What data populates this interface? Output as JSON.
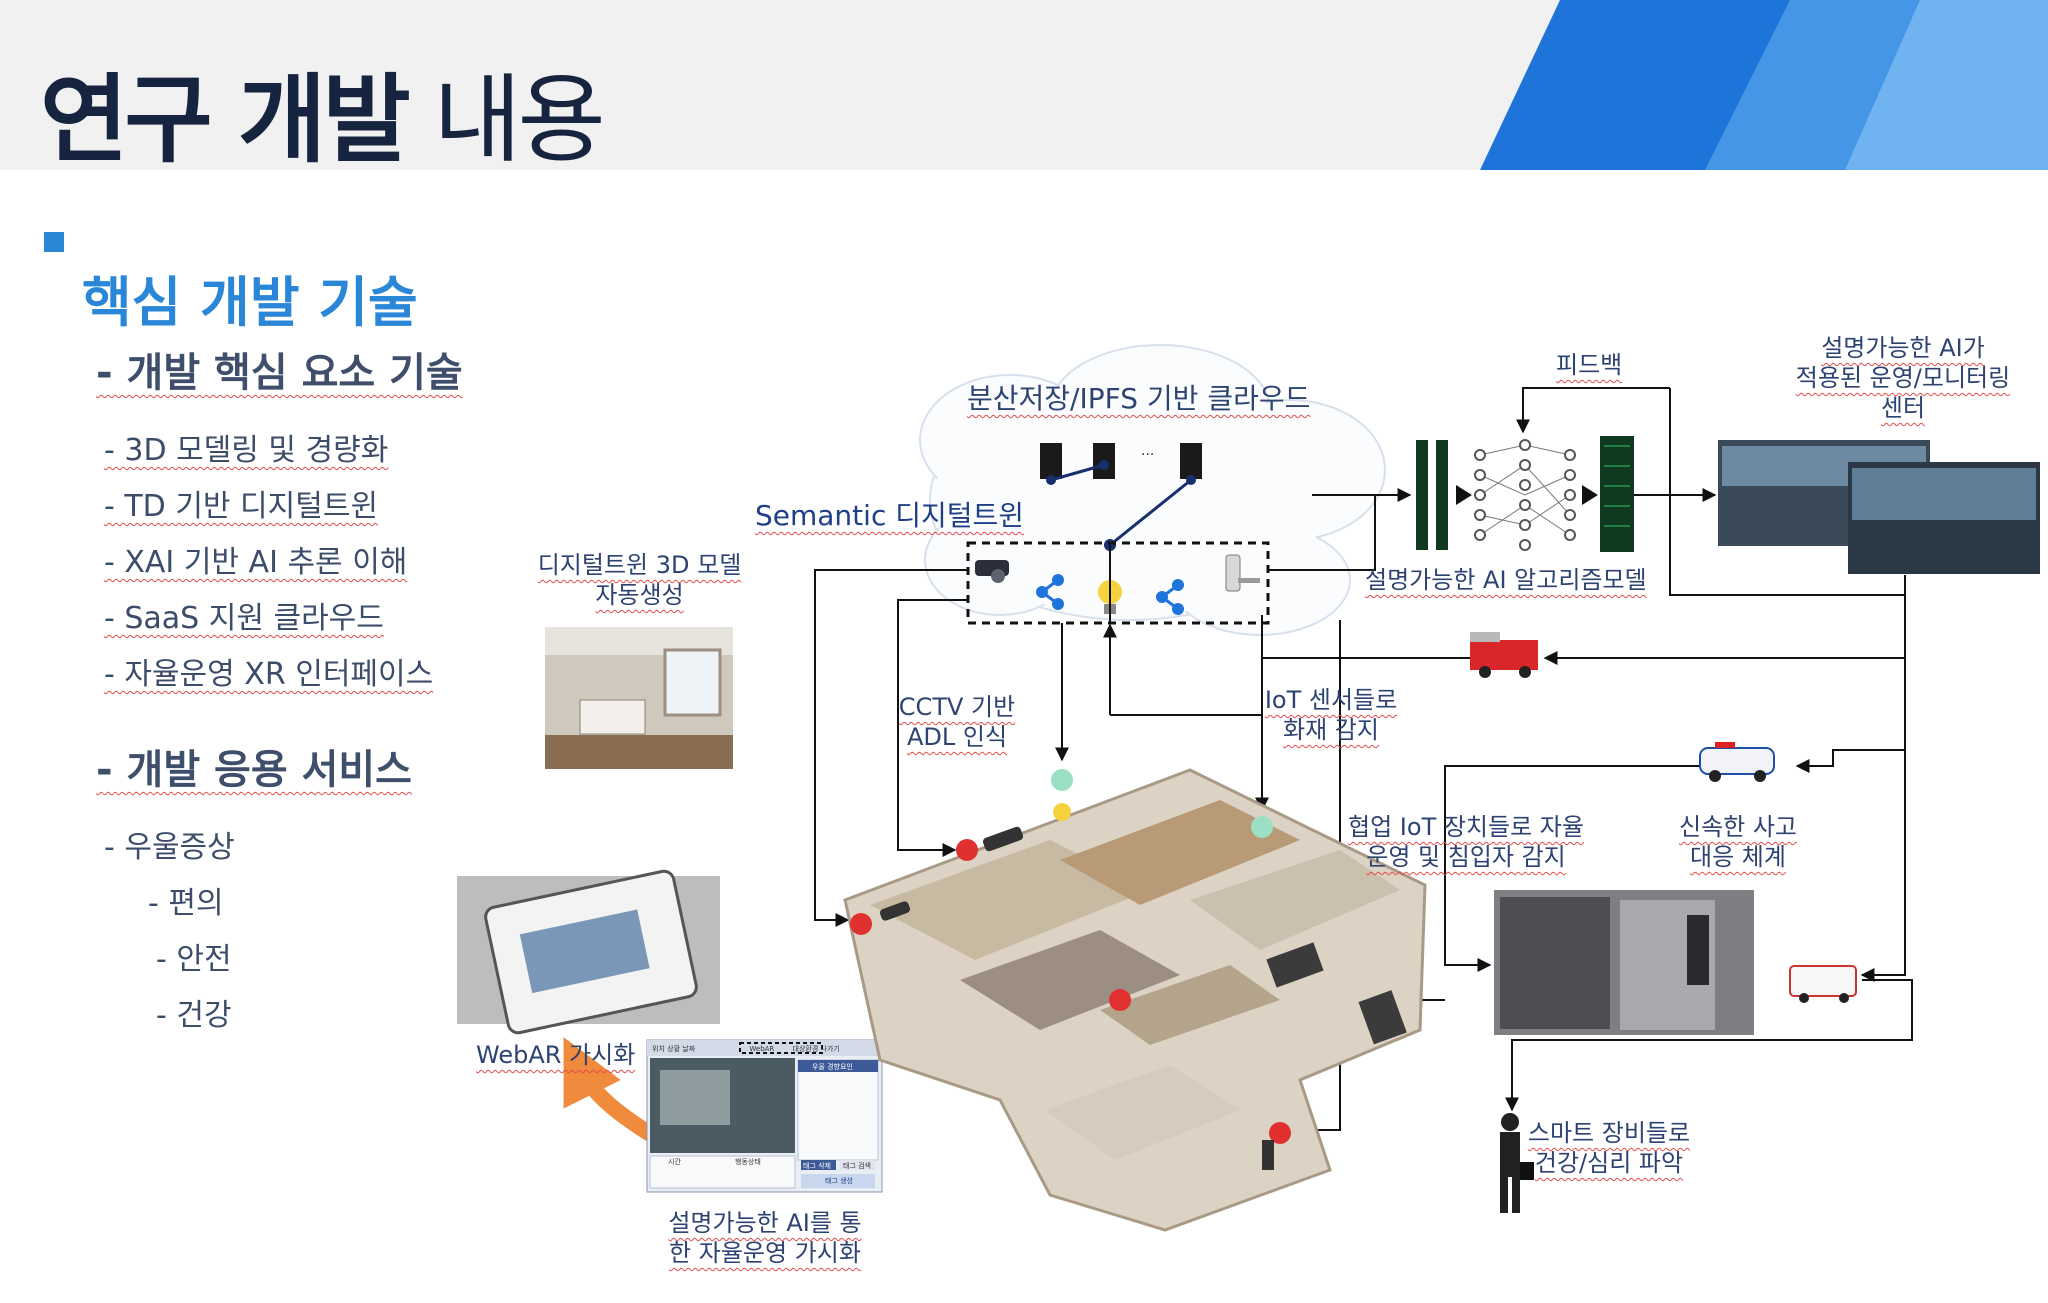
{
  "title": {
    "bold": "연구 개발",
    "light": "내용"
  },
  "section": "핵심 개발 기술",
  "core_heading": "- 개발 핵심 요소 기술",
  "core_items": [
    "- 3D 모델링 및 경량화",
    "- TD 기반 디지털트윈",
    "- XAI 기반  AI 추론 이해",
    "- SaaS 지원 클라우드",
    "- 자율운영 XR 인터페이스"
  ],
  "service_heading": "- 개발 응용 서비스",
  "service_items": [
    "- 우울증상",
    "- 편의",
    "- 안전",
    "- 건강"
  ],
  "diagram": {
    "cloud": "분산저장/IPFS 기반 클라우드",
    "semantic": "Semantic 디지털트윈",
    "dots": "...",
    "feedback": "피드백",
    "xai_model": "설명가능한 AI 알고리즘모델",
    "ops_center": [
      "설명가능한 AI가",
      "적용된 운영/모니터링",
      "센터"
    ],
    "twin3d": [
      "디지털트윈 3D 모델",
      "자동생성"
    ],
    "cctv": [
      "CCTV 기반",
      "ADL 인식"
    ],
    "iot_fire": [
      "IoT 센서들로",
      "화재 감지"
    ],
    "iot_coop": [
      "협업 IoT 장치들로 자율",
      "운영 및 침입자 감지"
    ],
    "rapid": [
      "신속한 사고",
      "대응 체계"
    ],
    "smart": [
      "스마트 장비들로",
      "건강/심리 파악"
    ],
    "webar": "WebAR 가시화",
    "xai_vis": [
      "설명가능한 AI를 통",
      "한 자율운영 가시화"
    ],
    "panel_tabs": [
      "위치",
      "상황",
      "날짜",
      "WebAR",
      "대상환경",
      "나가기"
    ],
    "panel_header": "우울 경향요인",
    "panel_buttons": [
      "태그 삭제",
      "태그 검색",
      "태그 생성"
    ],
    "panel_cols": [
      "시간",
      "행동상태"
    ]
  },
  "colors": {
    "accent": "#2a86d6",
    "title": "#17243f",
    "banner_dark": "#1e74d8",
    "banner_light": "#64aef0",
    "arrow_orange": "#f08a3c",
    "sensor_red": "#e03030",
    "sensor_green": "#9be0c4"
  }
}
